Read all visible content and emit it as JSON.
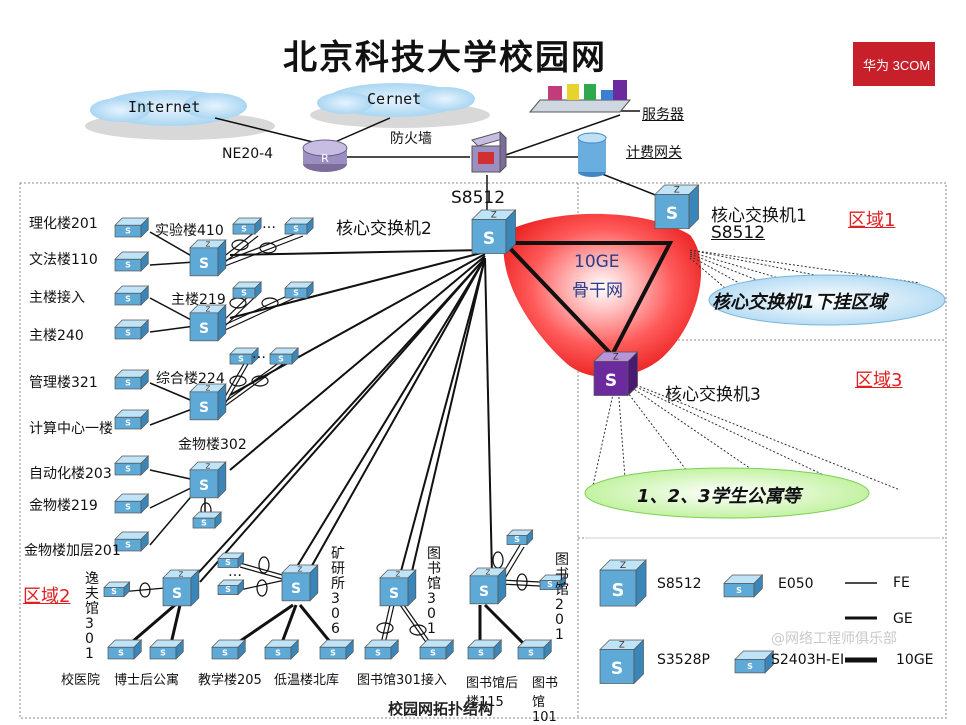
{
  "title": "北京科技大学校园网",
  "logo_text": "华为 3COM",
  "clouds": {
    "internet": "Internet",
    "cernet": "Cernet"
  },
  "top_labels": {
    "ne20": "NE20-4",
    "firewall": "防火墙",
    "servers": "服务器",
    "billing": "计费网关",
    "s8512": "S8512"
  },
  "cores": {
    "core2": "核心交换机2",
    "core1": "核心交换机1",
    "core1_model": "S8512",
    "core3": "核心交换机3",
    "backbone_speed": "10GE",
    "backbone_name": "骨干网"
  },
  "regions": {
    "r1": "区域1",
    "r2": "区域2",
    "r3": "区域3"
  },
  "ellipses": {
    "core1_area": "核心交换机1下挂区域",
    "dorms": "1、2、3学生公寓等"
  },
  "switch_icon_letters": {
    "top": "Z",
    "front": "S"
  },
  "left_buildings": [
    "理化楼201",
    "文法楼110",
    "主楼接入",
    "主楼240",
    "管理楼321",
    "计算中心一楼",
    "自动化楼203",
    "金物楼219",
    "金物楼加层201"
  ],
  "agg_labels": [
    "实验楼410",
    "主楼219",
    "综合楼224",
    "金物楼302"
  ],
  "ellipsis_mark": "…",
  "bottom_vertical": {
    "yifu": "逸夫馆301",
    "kuang": "矿研所306",
    "tushu1": "图书馆301",
    "tushu2": "图书馆201"
  },
  "bottom_labels": [
    "校医院",
    "博士后公寓",
    "教学楼205",
    "低温楼北库",
    "图书馆301接入",
    "图书馆后楼115",
    "图书馆101"
  ],
  "footer_overlay": "校园网拓扑结构",
  "legend": {
    "items": [
      "S8512",
      "E050",
      "S3528P",
      "S2403H-EI"
    ],
    "lines": [
      "FE",
      "GE",
      "10GE"
    ]
  },
  "watermark": "@网络工程师俱乐部",
  "colors": {
    "region": "#e02020",
    "switch_blue": "#5ea9d6",
    "core3_purple": "#6b2a9e",
    "backbone_red": "#e81818",
    "ellipse_blue": "#c9e6f7",
    "ellipse_green": "#cdf5b8"
  }
}
